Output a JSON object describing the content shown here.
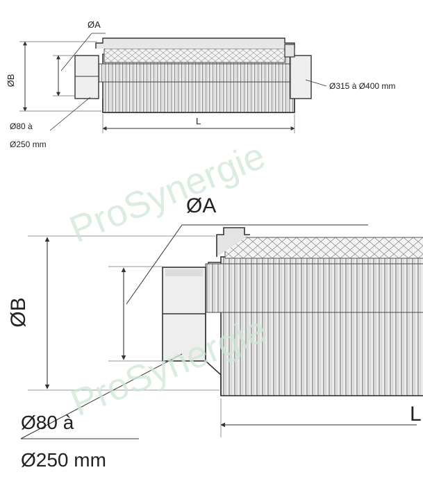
{
  "labels": {
    "dim_a": "ØA",
    "dim_b": "ØB",
    "dim_l": "L",
    "outer_range": "Ø315 à Ø400 mm",
    "inner_range_line1": "Ø80 à",
    "inner_range_line2": "Ø250 mm"
  },
  "watermark": "ProSynergie",
  "colors": {
    "line": "#333333",
    "body_fill": "#e9e9e9",
    "rib": "#8a8a8a",
    "insulation": "#f2f2f2",
    "watermark": "#cfe7d6"
  }
}
